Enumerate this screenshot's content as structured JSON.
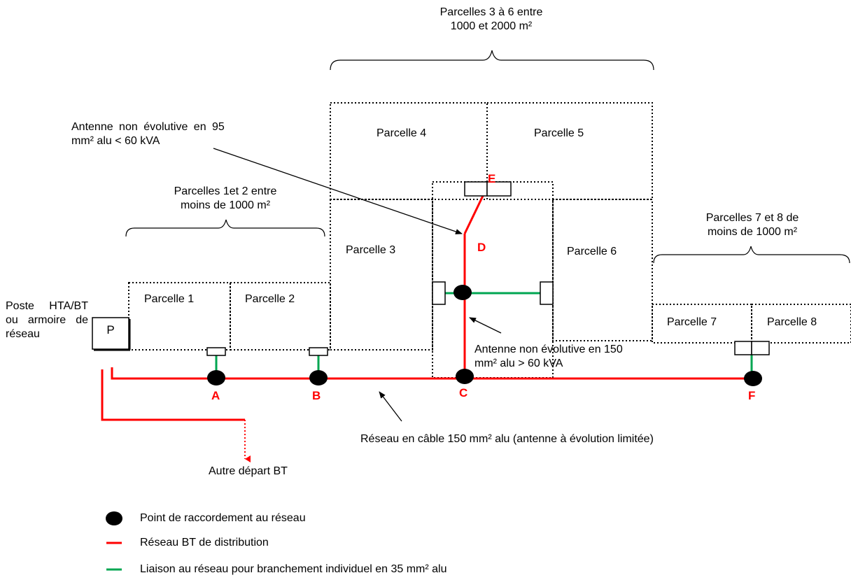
{
  "annotations": {
    "top_group": {
      "line1": "Parcelles 3 à 6 entre",
      "line2": "1000 et 2000 m²"
    },
    "group_12": {
      "line1": "Parcelles 1et 2 entre",
      "line2": "moins de 1000 m²"
    },
    "group_78": {
      "line1": "Parcelles 7 et 8 de",
      "line2": "moins de 1000 m²"
    },
    "antenna_95": {
      "line1": "Antenne non évolutive en 95",
      "line2": "mm² alu < 60 kVA"
    },
    "antenna_150": {
      "line1": "Antenne non évolutive en 150",
      "line2": "mm² alu > 60 kVA"
    },
    "network_cable": "Réseau en câble 150 mm² alu (antenne à évolution limitée)",
    "other_departure": "Autre départ BT",
    "post": {
      "line1": "Poste HTA/BT",
      "line2": "ou armoire de",
      "line3": "réseau"
    },
    "post_symbol": "P"
  },
  "parcels": {
    "p1": "Parcelle 1",
    "p2": "Parcelle 2",
    "p3": "Parcelle 3",
    "p4": "Parcelle 4",
    "p5": "Parcelle 5",
    "p6": "Parcelle 6",
    "p7": "Parcelle 7",
    "p8": "Parcelle 8"
  },
  "nodes": {
    "a": "A",
    "b": "B",
    "c": "C",
    "d": "D",
    "e": "E",
    "f": "F"
  },
  "legend": {
    "point": "Point de raccordement au réseau",
    "red_line": "Réseau BT de distribution",
    "green_line": "Liaison au réseau pour branchement individuel en 35 mm² alu"
  },
  "colors": {
    "network": "#ff0000",
    "connection": "#00a651",
    "node": "#000000"
  }
}
